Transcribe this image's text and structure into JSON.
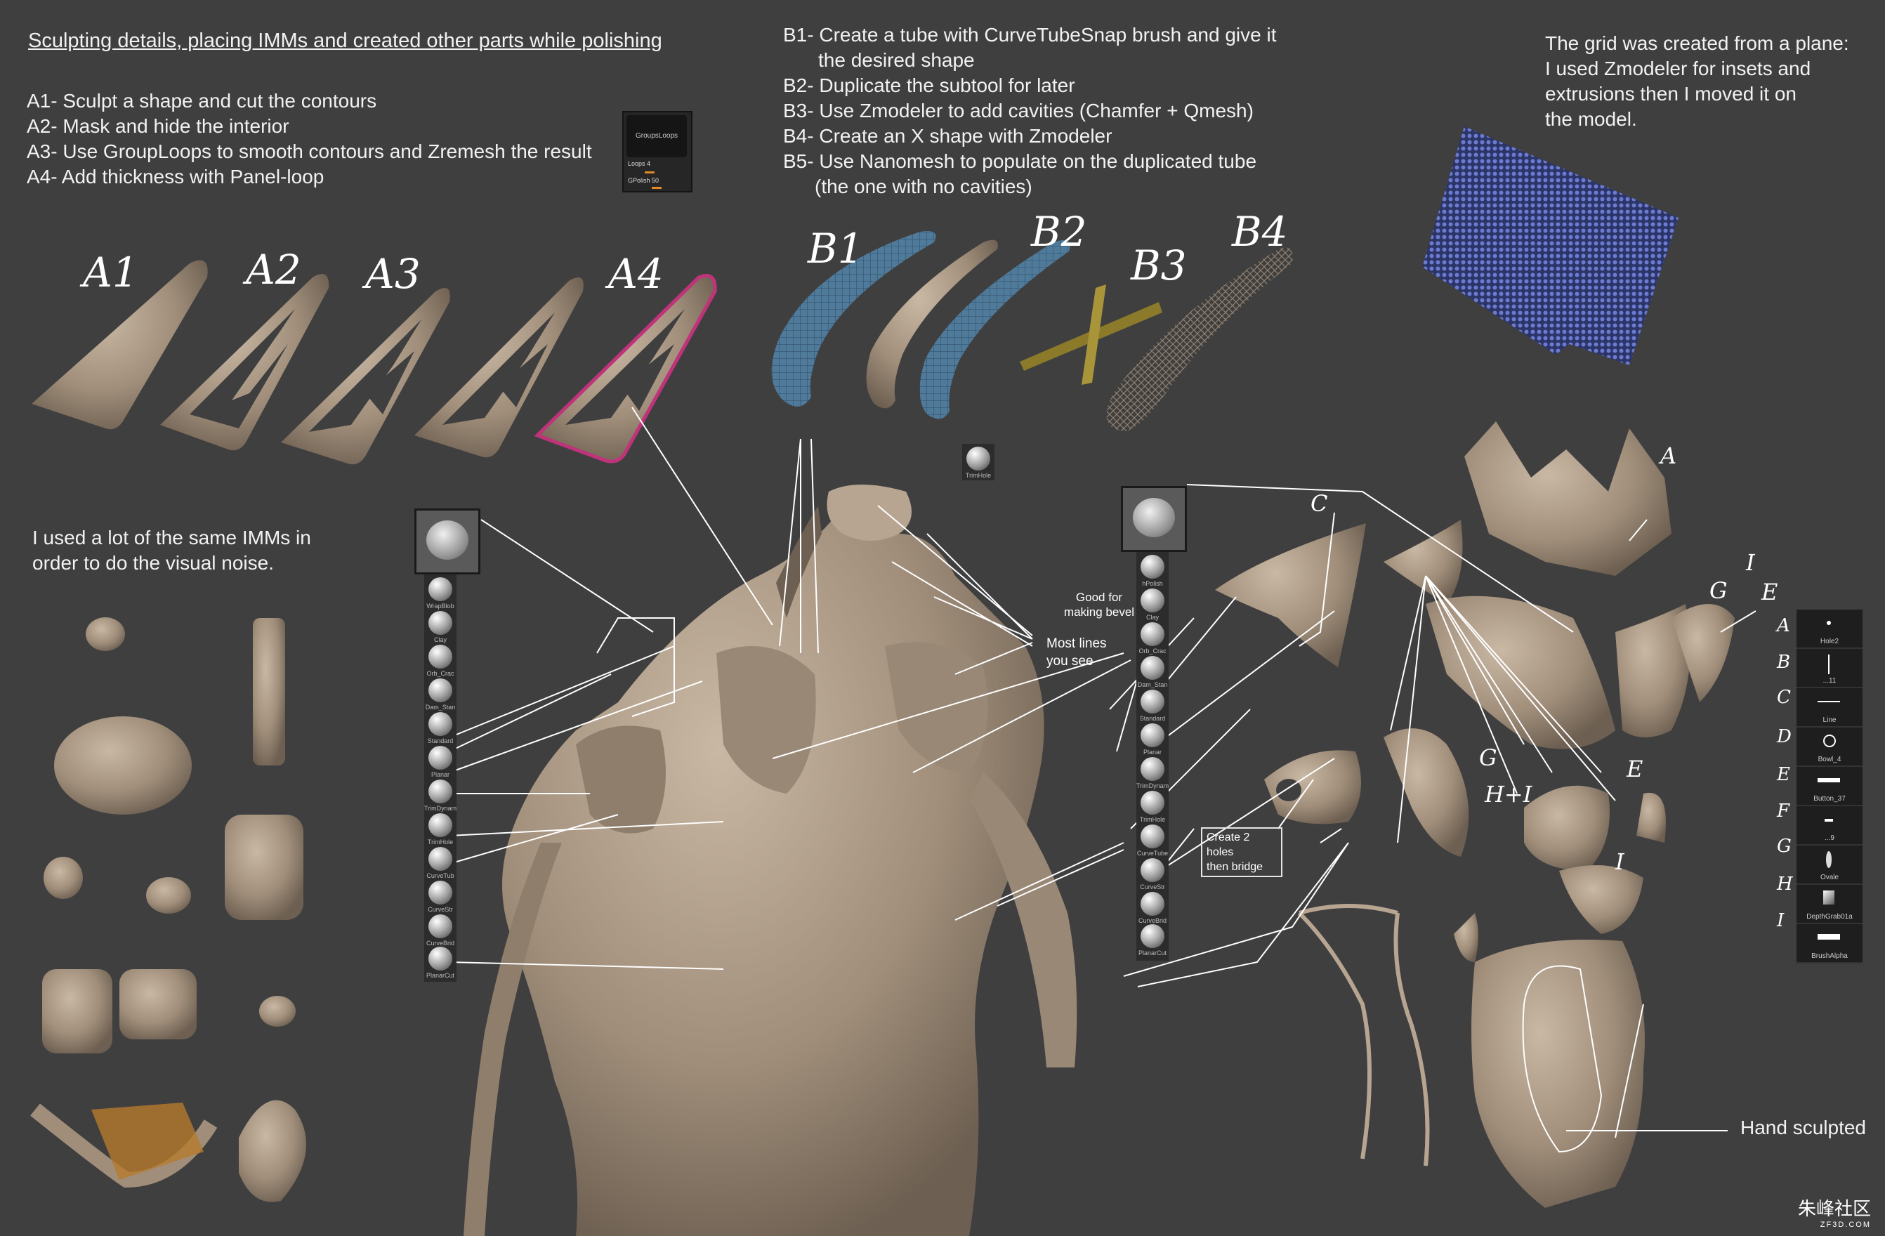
{
  "title": "Sculpting details, placing IMMs and created other parts while polishing",
  "steps_a": [
    "A1- Sculpt a shape and cut the contours",
    "A2- Mask and hide the interior",
    "A3- Use GroupLoops to smooth contours and Zremesh the result",
    "A4- Add thickness with Panel-loop"
  ],
  "steps_b": [
    "B1- Create a tube with CurveTubeSnap brush and give it",
    "the desired shape",
    "B2- Duplicate the subtool for later",
    "B3- Use Zmodeler to add cavities (Chamfer + Qmesh)",
    "B4- Create an X shape with Zmodeler",
    "B5- Use Nanomesh to populate on the duplicated tube",
    "(the one with no cavities)"
  ],
  "grid_note": [
    "The grid was created from a plane:",
    "I used Zmodeler for insets and",
    "extrusions then I moved it on",
    "the model."
  ],
  "imm_note": [
    "I used a lot of the same IMMs in",
    "order to do the visual noise."
  ],
  "grouploops_panel": {
    "header": "GroupsLoops",
    "loops": "Loops 4",
    "gpolish": "GPolish 50"
  },
  "labels_a": [
    "A1",
    "A2",
    "A3",
    "A4"
  ],
  "labels_b": [
    "B1",
    "B2",
    "B3",
    "B4"
  ],
  "notes": {
    "good_for": "Good for",
    "making_bevel": "making bevel",
    "most_lines": "Most lines",
    "you_see": "you see",
    "create_holes": "Create 2 holes",
    "then_bridge": "then bridge",
    "hand_sculpted": "Hand sculpted"
  },
  "part_letters": {
    "c": "C",
    "a": "A",
    "i1": "I",
    "g1": "G",
    "e1": "E",
    "g2": "G",
    "e2": "E",
    "h_i": "H+I",
    "i2": "I"
  },
  "brush_col_left": [
    "WrapBlob",
    "Clay",
    "Orb_Crac",
    "Dam_Stan",
    "Standard",
    "Planar",
    "TrimDynam",
    "TrimHole",
    "CurveTub",
    "CurveStr",
    "CurveBrid",
    "PlanarCut"
  ],
  "brush_col_right": [
    "hPolish",
    "Clay",
    "Orb_Crac",
    "Dam_Stan",
    "Standard",
    "Planar",
    "TrimDynam",
    "TrimHole",
    "CurveTube",
    "CurveStr",
    "CurveBrid",
    "PlanarCut"
  ],
  "top_brush": "TrimHole",
  "alpha_letters": [
    "A",
    "B",
    "C",
    "D",
    "E",
    "F",
    "G",
    "H",
    "I"
  ],
  "alpha_names": [
    "Hole2",
    "...11",
    "Line",
    "Bowl_4",
    "Button_37",
    "...9",
    "Ovale",
    "DepthGrab01a",
    "BrushAlpha"
  ],
  "watermark": "朱峰社区",
  "watermark_sub": "ZF3D.COM",
  "colors": {
    "background": "#3f3f40",
    "clay": "#a89682",
    "mesh_blue": "#4f7a99",
    "grid_blue": "#4a5aa8",
    "gold": "#8a7a2a"
  }
}
